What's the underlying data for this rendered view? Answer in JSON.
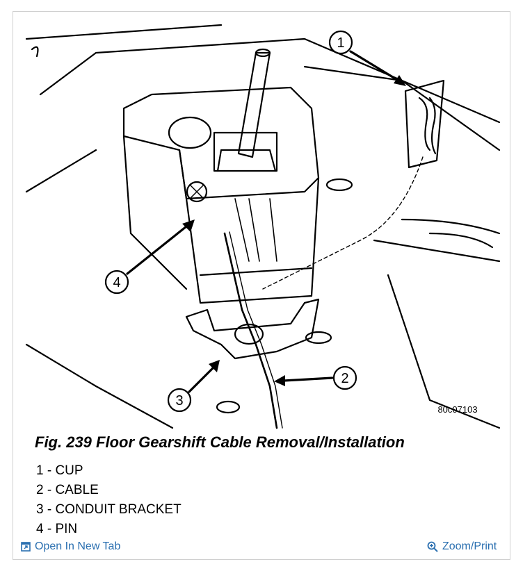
{
  "figure": {
    "callouts": [
      "1",
      "2",
      "3",
      "4"
    ],
    "drawing_id": "80c07103",
    "caption": "Fig. 239 Floor Gearshift Cable Removal/Installation"
  },
  "legend": [
    "1 - CUP",
    "2 - CABLE",
    "3 - CONDUIT BRACKET",
    "4 - PIN"
  ],
  "footer": {
    "open_new_tab_label": "Open In New Tab",
    "zoom_print_label": "Zoom/Print",
    "open_new_tab_icon": "external-window-icon",
    "zoom_icon": "magnifier-plus-icon",
    "link_color": "#2a6fb0"
  }
}
